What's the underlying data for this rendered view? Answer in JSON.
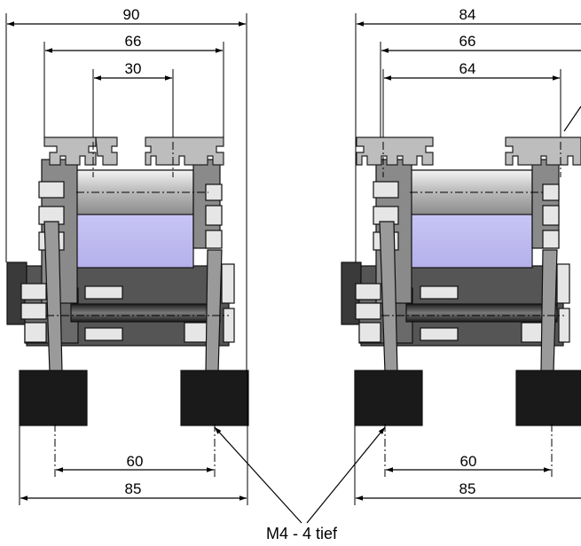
{
  "views": [
    {
      "id": "left",
      "dims": {
        "outer_top": "90",
        "middle_top": "66",
        "inner_top": "30",
        "inner_bottom": "60",
        "outer_bottom": "85"
      }
    },
    {
      "id": "right",
      "dims": {
        "outer_top": "84",
        "middle_top": "66",
        "inner_top": "64",
        "inner_bottom": "60",
        "outer_bottom": "85"
      }
    }
  ],
  "callout": {
    "text": "M4 - 4 tief"
  },
  "colors": {
    "body_dark": "#4a4a4a",
    "body_mid": "#6b6b6b",
    "roller_blue": "#c9c6f0",
    "roller_steel": "#d8d8d8",
    "wheel": "#1a1a1a",
    "bolt": "#e6e6e6",
    "rail": "#b8b8b8"
  }
}
